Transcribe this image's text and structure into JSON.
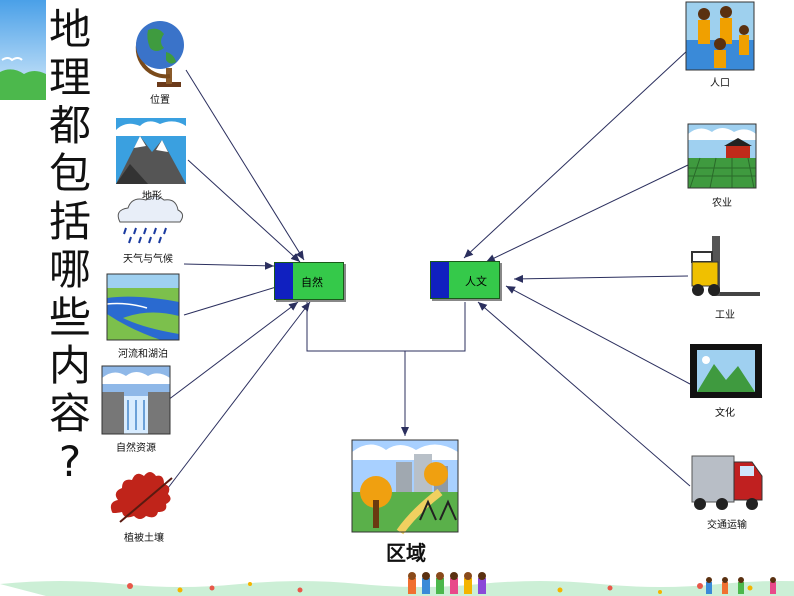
{
  "title_chars": [
    "地",
    "理",
    "都",
    "包",
    "括",
    "哪",
    "些",
    "内",
    "容",
    "?"
  ],
  "left_items": [
    {
      "label": "位置",
      "icon": "globe-icon"
    },
    {
      "label": "地形",
      "icon": "mountain-icon"
    },
    {
      "label": "天气与气候",
      "icon": "rain-cloud-icon"
    },
    {
      "label": "河流和湖泊",
      "icon": "river-icon"
    },
    {
      "label": "自然资源",
      "icon": "waterfall-icon"
    },
    {
      "label": "植被土壤",
      "icon": "leaf-icon"
    }
  ],
  "right_items": [
    {
      "label": "人口",
      "icon": "people-icon"
    },
    {
      "label": "农业",
      "icon": "farm-icon"
    },
    {
      "label": "工业",
      "icon": "forklift-icon"
    },
    {
      "label": "文化",
      "icon": "landscape-picture-icon"
    },
    {
      "label": "交通运输",
      "icon": "truck-icon"
    }
  ],
  "nodes": {
    "nature": "自然",
    "human": "人文"
  },
  "region": "区域",
  "colors": {
    "node_fill": "#35c94a",
    "node_tab": "#1020c0",
    "arrow": "#2b2f5e"
  }
}
